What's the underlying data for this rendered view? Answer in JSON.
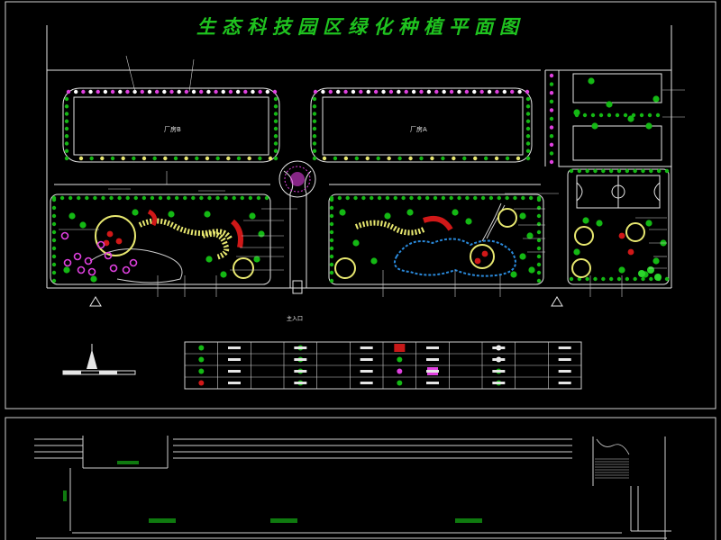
{
  "title": "生态科技园区绿化种植平面图",
  "labels": {
    "building_left": "厂房B",
    "building_right": "厂房A",
    "entrance": "主入口"
  },
  "icons": {
    "north_arrow": "north-arrow-icon",
    "scale_bar": "scale-bar-icon"
  },
  "colors": {
    "background": "#000000",
    "title": "#1fc21f",
    "linework": "#ffffff",
    "trees": "#14b814",
    "shrubs_yellow": "#e8e870",
    "shrubs_red": "#d01818",
    "flowers_magenta": "#e040e0",
    "water": "#2a8adc"
  }
}
